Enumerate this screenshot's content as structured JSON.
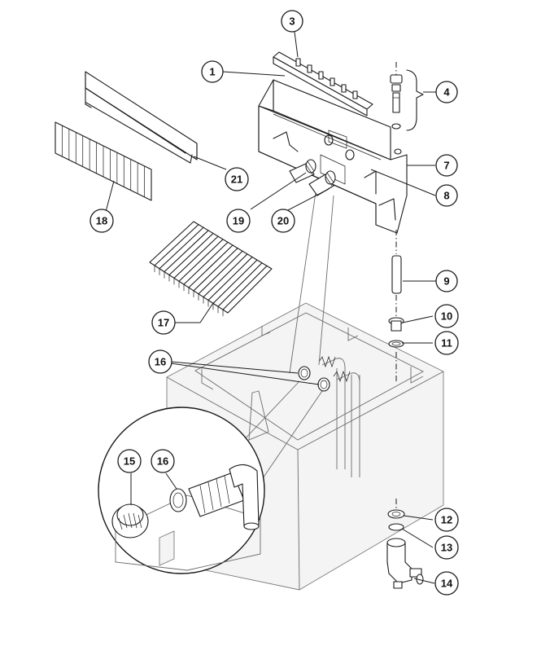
{
  "callouts": [
    {
      "key": "c1",
      "label": "1"
    },
    {
      "key": "c3",
      "label": "3"
    },
    {
      "key": "c4",
      "label": "4"
    },
    {
      "key": "c7",
      "label": "7"
    },
    {
      "key": "c8",
      "label": "8"
    },
    {
      "key": "c9",
      "label": "9"
    },
    {
      "key": "c10",
      "label": "10"
    },
    {
      "key": "c11",
      "label": "11"
    },
    {
      "key": "c12",
      "label": "12"
    },
    {
      "key": "c13",
      "label": "13"
    },
    {
      "key": "c14",
      "label": "14"
    },
    {
      "key": "c15",
      "label": "15"
    },
    {
      "key": "c16a",
      "label": "16"
    },
    {
      "key": "c16b",
      "label": "16"
    },
    {
      "key": "c17",
      "label": "17"
    },
    {
      "key": "c18",
      "label": "18"
    },
    {
      "key": "c19",
      "label": "19"
    },
    {
      "key": "c20",
      "label": "20"
    },
    {
      "key": "c21",
      "label": "21"
    }
  ]
}
